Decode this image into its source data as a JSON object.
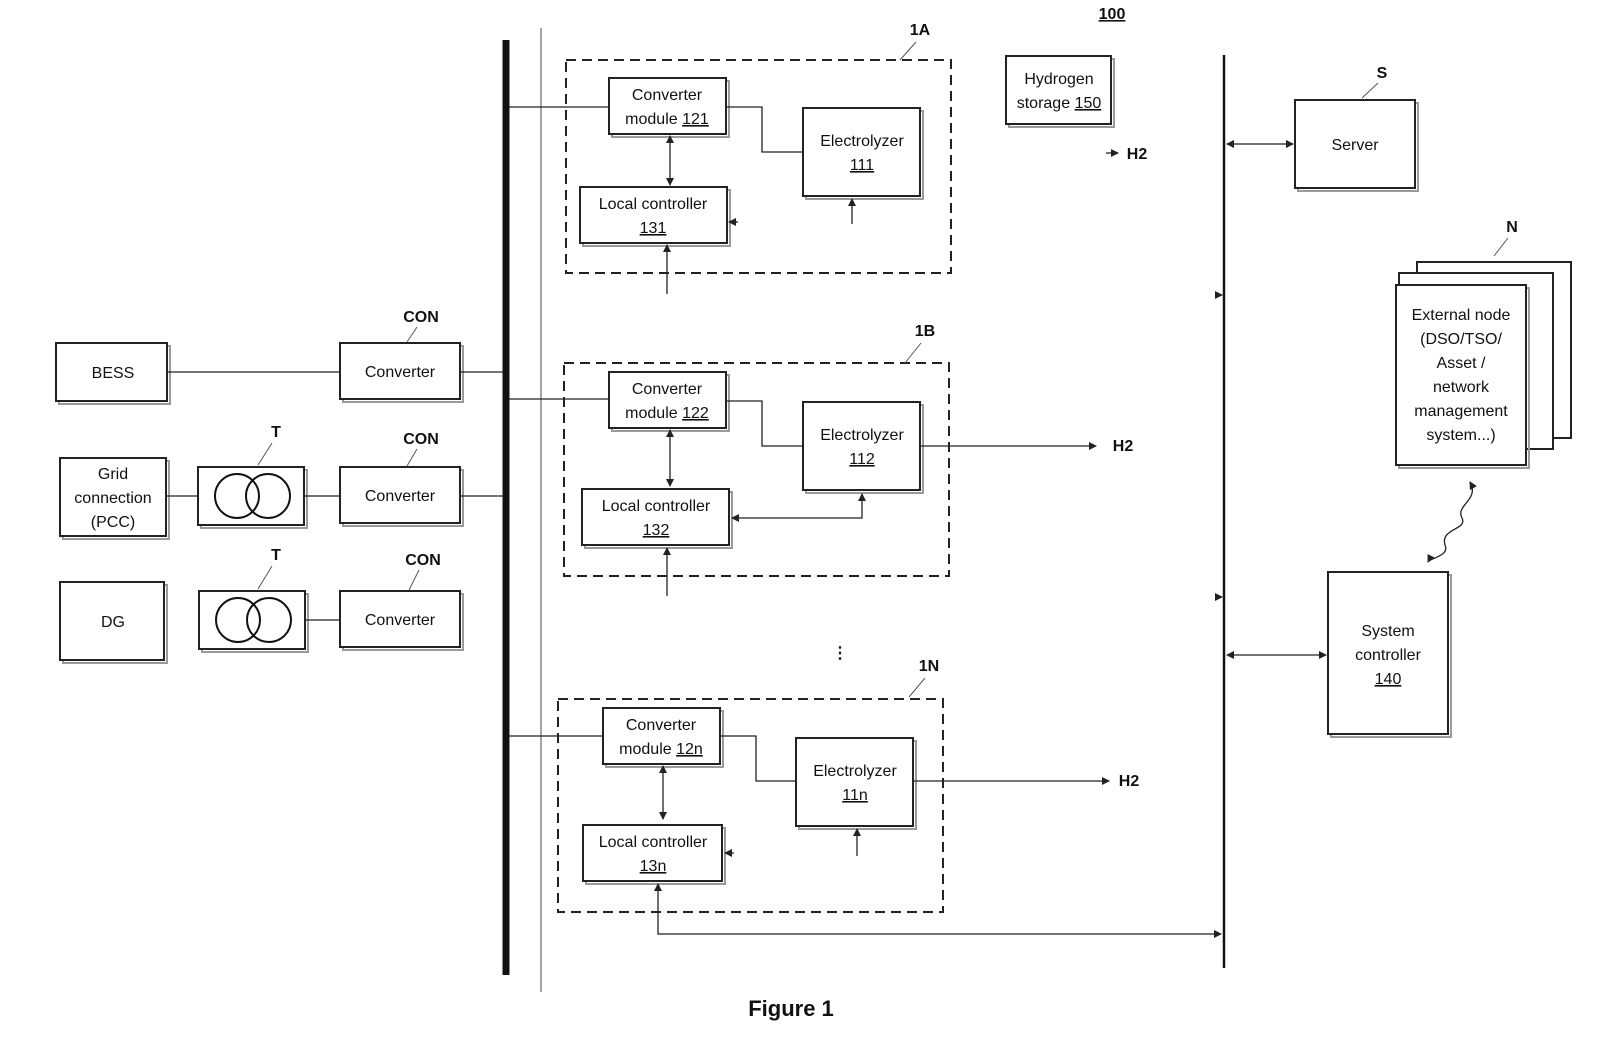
{
  "figure": {
    "number_label": "100",
    "caption": "Figure 1"
  },
  "left": {
    "bess": "BESS",
    "grid_line1": "Grid",
    "grid_line2": "connection",
    "grid_line3": "(PCC)",
    "dg": "DG",
    "converter_label": "Converter",
    "con_tag": "CON",
    "transformer_tag": "T"
  },
  "units": [
    {
      "tag": "1A",
      "converter_line1": "Converter",
      "converter_line2": "module",
      "converter_ref": "121",
      "electrolyzer_line1": "Electrolyzer",
      "electrolyzer_ref": "111",
      "controller_line1": "Local controller",
      "controller_ref": "131"
    },
    {
      "tag": "1B",
      "converter_line1": "Converter",
      "converter_line2": "module",
      "converter_ref": "122",
      "electrolyzer_line1": "Electrolyzer",
      "electrolyzer_ref": "112",
      "controller_line1": "Local controller",
      "controller_ref": "132"
    },
    {
      "tag": "1N",
      "converter_line1": "Converter",
      "converter_line2": "module",
      "converter_ref": "12n",
      "electrolyzer_line1": "Electrolyzer",
      "electrolyzer_ref": "11n",
      "controller_line1": "Local controller",
      "controller_ref": "13n"
    }
  ],
  "ellipsis": "⋮",
  "h2_label": "H2",
  "storage": {
    "line1": "Hydrogen",
    "line2": "storage",
    "ref": "150"
  },
  "server": {
    "label": "Server",
    "tag": "S"
  },
  "external": {
    "tag": "N",
    "line1": "External node",
    "line2": "(DSO/TSO/",
    "line3": "Asset /",
    "line4": "network",
    "line5": "management",
    "line6": "system...)"
  },
  "system_controller": {
    "line1": "System",
    "line2": "controller",
    "ref": "140"
  }
}
